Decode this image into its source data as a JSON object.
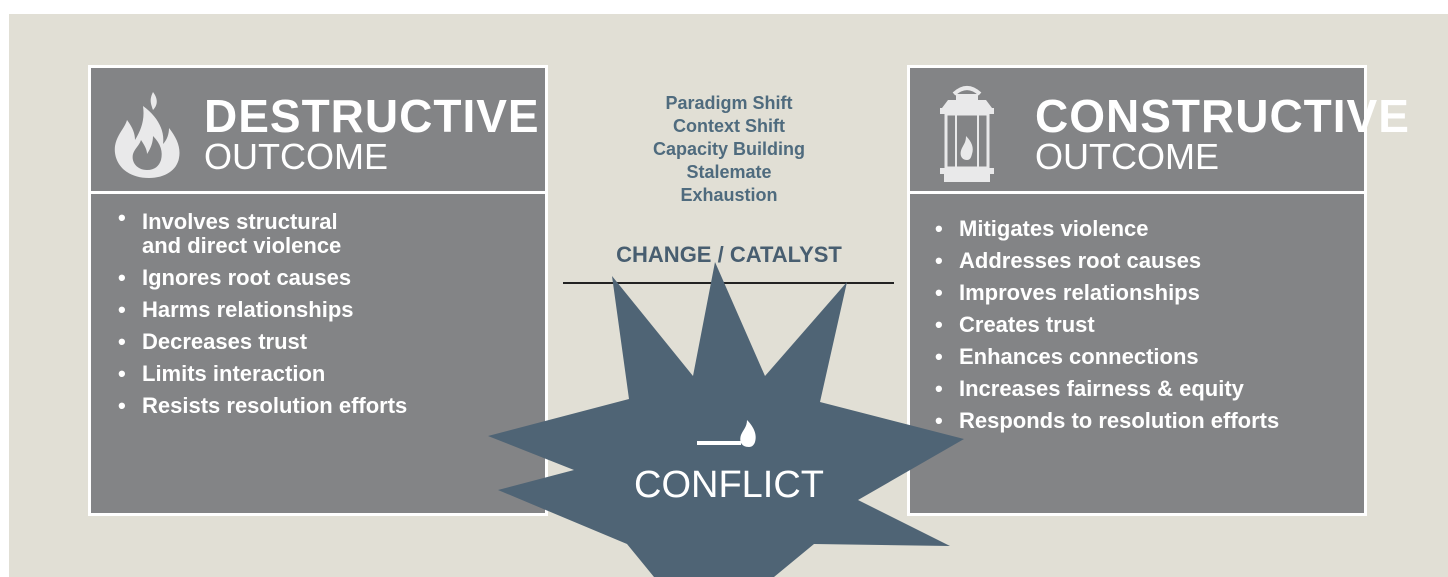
{
  "destructive": {
    "title_bold": "DESTRUCTIVE",
    "title_light": "OUTCOME",
    "icon": "flame-icon",
    "items": [
      "Involves structural\nand direct violence",
      "Ignores root causes",
      "Harms relationships",
      "Decreases trust",
      "Limits interaction",
      "Resists resolution efforts"
    ]
  },
  "constructive": {
    "title_bold": "CONSTRUCTIVE",
    "title_light": "OUTCOME",
    "icon": "lantern-icon",
    "items": [
      "Mitigates violence",
      "Addresses root causes",
      "Improves relationships",
      "Creates trust",
      "Enhances connections",
      "Increases fairness & equity",
      "Responds to resolution efforts"
    ]
  },
  "center": {
    "shifts": [
      "Paradigm Shift",
      "Context Shift",
      "Capacity Building",
      "Stalemate",
      "Exhaustion"
    ],
    "catalyst_label": "CHANGE / CATALYST",
    "conflict_label": "CONFLICT",
    "conflict_icon": "match-icon"
  },
  "colors": {
    "background": "#e1dfd5",
    "panel": "#838486",
    "burst": "#4f6475",
    "accent_text": "#4f6b7e"
  }
}
